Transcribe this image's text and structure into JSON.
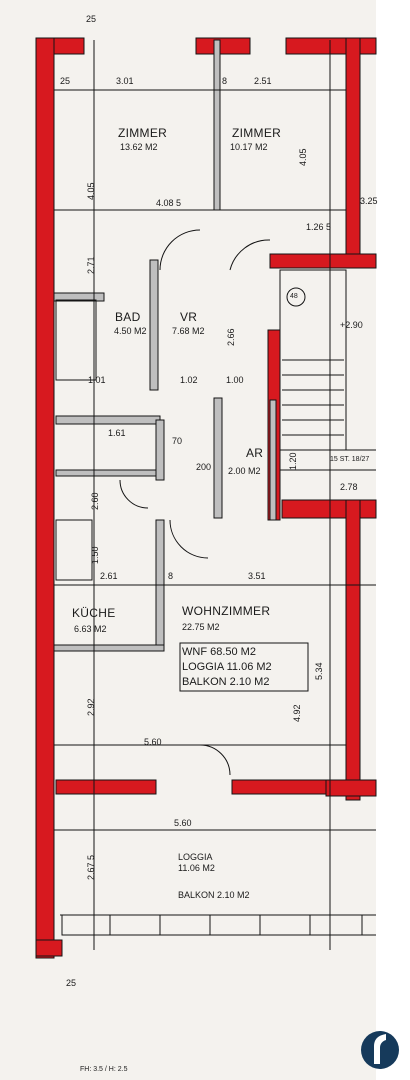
{
  "rooms": {
    "zimmer1": {
      "name": "ZIMMER",
      "area": "13.62 M2"
    },
    "zimmer2": {
      "name": "ZIMMER",
      "area": "10.17 M2"
    },
    "bad": {
      "name": "BAD",
      "area": "4.50 M2"
    },
    "vr": {
      "name": "VR",
      "area": "7.68 M2"
    },
    "ar": {
      "name": "AR",
      "area": "2.00 M2"
    },
    "kueche": {
      "name": "KÜCHE",
      "area": "6.63 M2"
    },
    "wohnzimmer": {
      "name": "WOHNZIMMER",
      "area": "22.75 M2"
    },
    "loggia": {
      "name": "LOGGIA",
      "area": "11.06 M2"
    },
    "balkon": {
      "name": "BALKON 2.10 M2"
    }
  },
  "summary": {
    "wnf": "WNF 68.50 M2",
    "loggia": "LOGGIA 11.06 M2",
    "balkon": "BALKON 2.10 M2"
  },
  "stair": {
    "badge": "48",
    "level": "+2.90",
    "steps": "15 ST. 18/27"
  },
  "dimensions": {
    "top_25": "25",
    "r1_25": "25",
    "r1_301": "3.01",
    "r1_8": "8",
    "r1_251": "2.51",
    "v405a": "4.05",
    "v405b": "4.05",
    "d4085": "4.08 5",
    "d126": "1.26 5",
    "d325": "3.25",
    "d271": "2.71",
    "d266": "2.66",
    "d101": "1.01",
    "d102": "1.02",
    "d100": "1.00",
    "d161": "1.61",
    "d278": "2.78",
    "d120": "1.20",
    "d260": "2.60",
    "d150": "1.50",
    "d261": "2.61",
    "d351": "3.51",
    "d534": "5.34",
    "d292": "2.92",
    "d492": "4.92",
    "d560a": "5.60",
    "d560b": "5.60",
    "d2675": "2.67 5",
    "dim200": "200",
    "dim70": "70",
    "d8": "8",
    "bottom_25": "25",
    "floor_note": "FH: 3.5 / H: 2.5"
  },
  "colors": {
    "wall": "#d7191f",
    "ink": "#141414",
    "paper": "#f4f2ee",
    "logo": "#163a5b"
  },
  "logo_icon": "company-logo-icon"
}
